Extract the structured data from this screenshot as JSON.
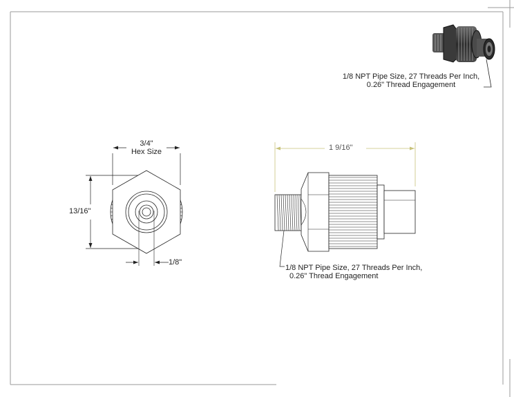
{
  "drawing": {
    "iso_callout": {
      "line1": "1/8 NPT Pipe Size, 27 Threads Per Inch,",
      "line2": "0.26\" Thread Engagement"
    },
    "front_view": {
      "width_dim": "3/4\"",
      "width_caption": "Hex Size",
      "height_dim": "13/16\"",
      "bore_dim": "1/8\""
    },
    "side_view": {
      "length_dim": "1 9/16\"",
      "callout_line1": "1/8 NPT Pipe Size, 27 Threads Per Inch,",
      "callout_line2": "0.26\" Thread Engagement"
    }
  },
  "colors": {
    "line": "#222222",
    "border": "#999999",
    "dimension_gold": "#c8c27a",
    "iso_dark": "#2b2b2b"
  }
}
